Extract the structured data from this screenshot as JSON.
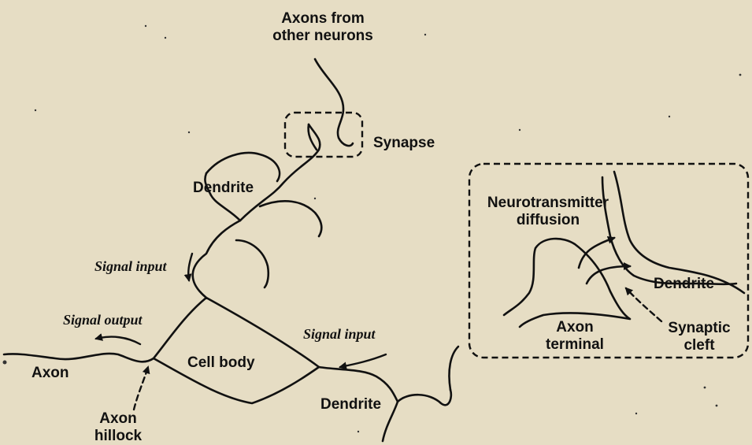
{
  "labels": {
    "axons_from_line1": "Axons from",
    "axons_from_line2": "other neurons",
    "synapse": "Synapse",
    "dendrite_top": "Dendrite",
    "signal_input_left": "Signal input",
    "signal_output": "Signal output",
    "axon": "Axon",
    "cell_body": "Cell body",
    "signal_input_right": "Signal input",
    "dendrite_bottom": "Dendrite",
    "axon_hillock_line1": "Axon",
    "axon_hillock_line2": "hillock",
    "neurotransmitter_line1": "Neurotransmitter",
    "neurotransmitter_line2": "diffusion",
    "axon_terminal_line1": "Axon",
    "axon_terminal_line2": "terminal",
    "dendrite_inset": "Dendrite",
    "synaptic_cleft_line1": "Synaptic",
    "synaptic_cleft_line2": "cleft"
  },
  "colors": {
    "background": "#e6ddc4",
    "ink": "#111111"
  }
}
